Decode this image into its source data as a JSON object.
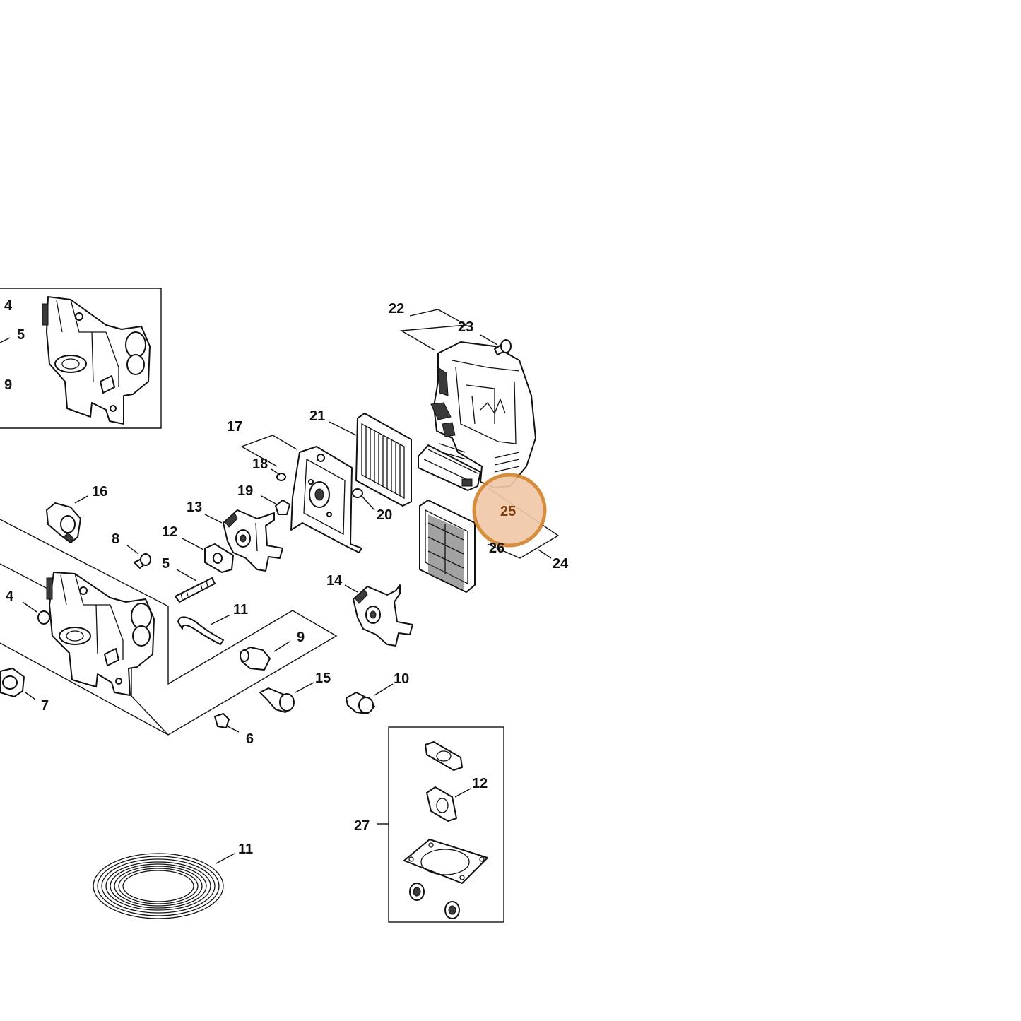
{
  "diagram": {
    "highlight_color": "#f0c8a8",
    "highlight_border": "#d4842e",
    "selected": "25",
    "callouts": {
      "c_4_inset": "4",
      "c_5_inset": "5",
      "c_9_inset": "9",
      "c22": "22",
      "c23": "23",
      "c21": "21",
      "c17": "17",
      "c18": "18",
      "c19": "19",
      "c20": "20",
      "c16": "16",
      "c13": "13",
      "c12": "12",
      "c8": "8",
      "c5": "5",
      "c4": "4",
      "c11": "11",
      "c9": "9",
      "c14": "14",
      "c15": "15",
      "c10": "10",
      "c7": "7",
      "c6": "6",
      "c25": "25",
      "c26": "26",
      "c24": "24",
      "c12_kit": "12",
      "c27": "27",
      "c11_coil": "11"
    }
  }
}
